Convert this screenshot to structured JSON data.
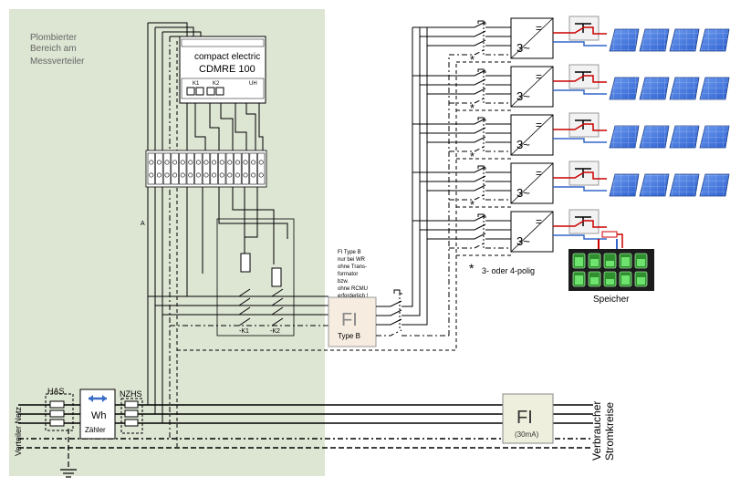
{
  "zone": {
    "lines": [
      "Plombierter",
      "Bereich am",
      "Messverteiler"
    ]
  },
  "monitor": {
    "brand": "compact electric",
    "model": "CDMRE 100",
    "term_k1": "K1",
    "term_k2": "K2",
    "term_uh": "UH"
  },
  "relays": {
    "k1": "-K1",
    "k2": "-K2",
    "a_label": "A"
  },
  "fi_typeb": {
    "symbol": "FI",
    "type": "Type B",
    "note_lines": [
      "FI Type B",
      "nur bei WR",
      "ohne Trans-",
      "formator",
      "bzw.",
      "ohne RCMU",
      "erforderlich !"
    ]
  },
  "fi_30ma": {
    "symbol": "FI",
    "rating": "(30mA)"
  },
  "inverters": [
    {
      "symbol": "=",
      "phase": "3~"
    },
    {
      "symbol": "=",
      "phase": "3~"
    },
    {
      "symbol": "=",
      "phase": "3~"
    },
    {
      "symbol": "=",
      "phase": "3~"
    },
    {
      "symbol": "=",
      "phase": "3~"
    }
  ],
  "star_note": {
    "star": "*",
    "text": "3- oder 4-polig"
  },
  "storage": {
    "label": "Speicher"
  },
  "meter": {
    "has": "HAS",
    "nzhs": "NZHS",
    "wh": "Wh",
    "zaehler": "Zähler"
  },
  "grid_label": "Verteiler Netz",
  "consumer_label": [
    "Verbraucher",
    "Stromkreise"
  ],
  "colors": {
    "zone": "#dde5d3",
    "panel": "#3f74d8",
    "battery": "#3dbf3d",
    "fi": "#f6ece0",
    "fi30": "#eef0dd"
  }
}
